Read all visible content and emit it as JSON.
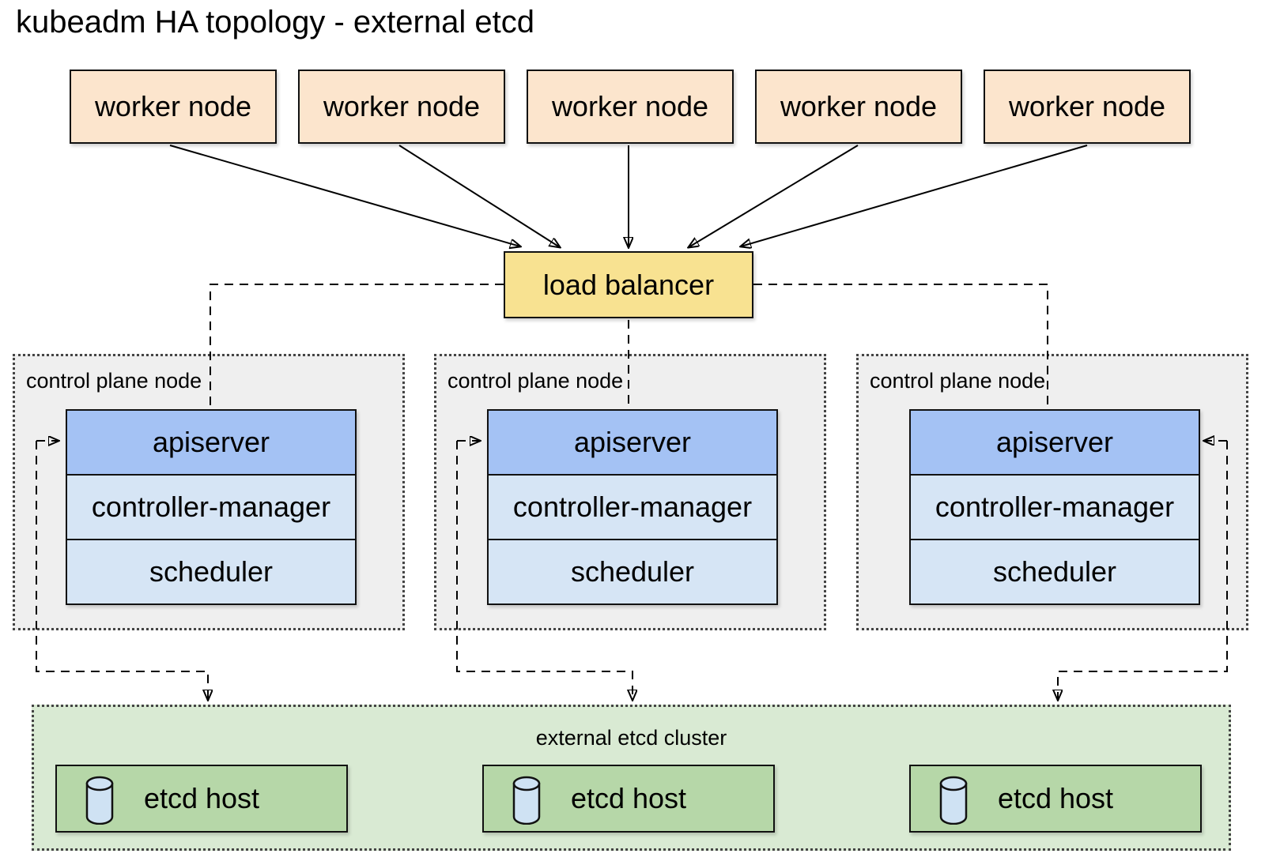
{
  "title": "kubeadm HA topology - external etcd",
  "workers": {
    "nodes": [
      "worker node",
      "worker node",
      "worker node",
      "worker node",
      "worker node"
    ]
  },
  "load_balancer": {
    "label": "load balancer"
  },
  "control_planes": {
    "nodes": [
      {
        "label": "control plane node",
        "components": {
          "apiserver": "apiserver",
          "controller_manager": "controller-manager",
          "scheduler": "scheduler"
        }
      },
      {
        "label": "control plane node",
        "components": {
          "apiserver": "apiserver",
          "controller_manager": "controller-manager",
          "scheduler": "scheduler"
        }
      },
      {
        "label": "control plane node",
        "components": {
          "apiserver": "apiserver",
          "controller_manager": "controller-manager",
          "scheduler": "scheduler"
        }
      }
    ]
  },
  "etcd": {
    "cluster_label": "external etcd cluster",
    "hosts": [
      "etcd host",
      "etcd host",
      "etcd host"
    ],
    "icon": "database-cylinder"
  },
  "colors": {
    "worker_fill": "#fce5cd",
    "lb_fill": "#f8e291",
    "apiserver_fill": "#a4c2f4",
    "component_fill": "#d6e5f5",
    "control_plane_fill": "#efefef",
    "etcd_cluster_fill": "#d9ead3",
    "etcd_host_fill": "#b6d7a8",
    "cylinder_fill": "#cfe2f3",
    "line": "#000000"
  }
}
